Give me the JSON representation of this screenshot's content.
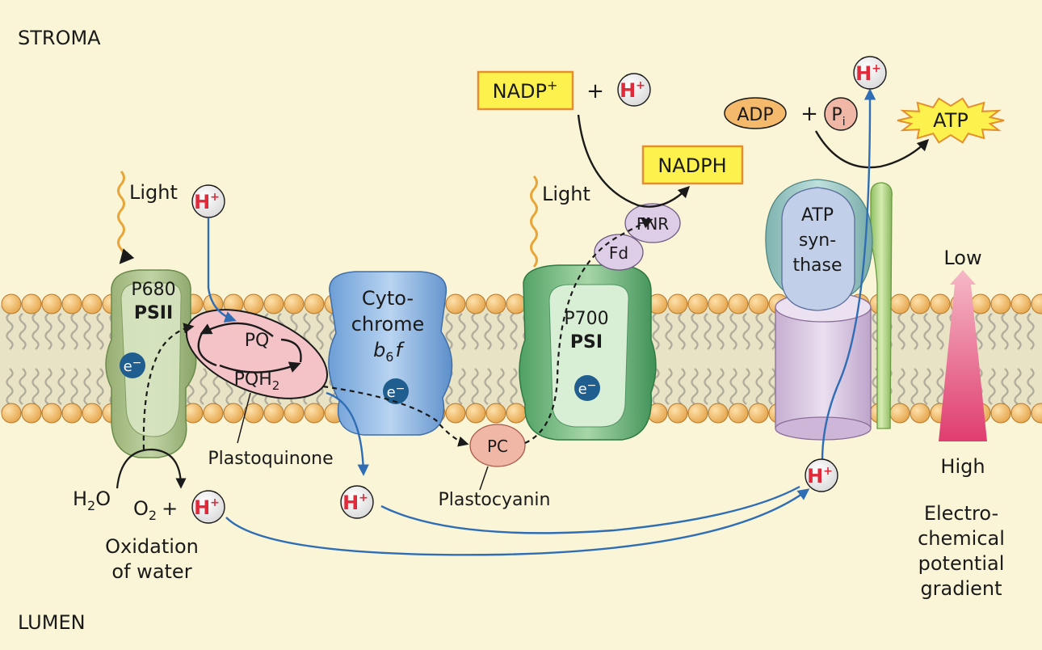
{
  "regions": {
    "stroma": "STROMA",
    "lumen": "LUMEN"
  },
  "light": {
    "left": "Light",
    "right": "Light"
  },
  "psii": {
    "name": "P680",
    "label": "PSII"
  },
  "electron": {
    "symbol": "e",
    "sign": "−"
  },
  "plastoquinone": {
    "pq": "PQ",
    "pqh": "PQH",
    "sub": "2",
    "caption": "Plastoquinone"
  },
  "cytochrome": {
    "line1": "Cyto-",
    "line2": "chrome",
    "b": "b",
    "sub": "6",
    "f": "f"
  },
  "plastocyanin": {
    "short": "PC",
    "caption": "Plastocyanin"
  },
  "psi": {
    "name": "P700",
    "label": "PSI"
  },
  "fd": "Fd",
  "fnr": "FNR",
  "nadp": {
    "name": "NADP",
    "sup": "+",
    "plus": "+"
  },
  "nadph": "NADPH",
  "proton": {
    "h": "H",
    "sup": "+"
  },
  "atp_synthase": {
    "line1": "ATP",
    "line2": "syn-",
    "line3": "thase"
  },
  "adp": "ADP",
  "pi": {
    "p": "P",
    "sub": "i"
  },
  "plus": "+",
  "atp": "ATP",
  "water": {
    "h": "H",
    "sub": "2",
    "o": "O"
  },
  "oxygen": {
    "o": "O",
    "sub": "2",
    "plus": "+"
  },
  "oxidation": {
    "line1": "Oxidation",
    "line2": "of water"
  },
  "gradient": {
    "low": "Low",
    "high": "High",
    "line1": "Electro-",
    "line2": "chemical",
    "line3": "potential",
    "line4": "gradient"
  },
  "colors": {
    "background": "#fbf5d7",
    "proton_arrow": "#2f6db5",
    "light_wave": "#e8a63a",
    "nadp_box": "#fdf24d",
    "nadp_border": "#e58f2c",
    "proton_letter": "#e02a3a",
    "electron_fill": "#1f5e8e",
    "gradient_top": "#f5b9c6",
    "gradient_bottom": "#df3d6f"
  }
}
